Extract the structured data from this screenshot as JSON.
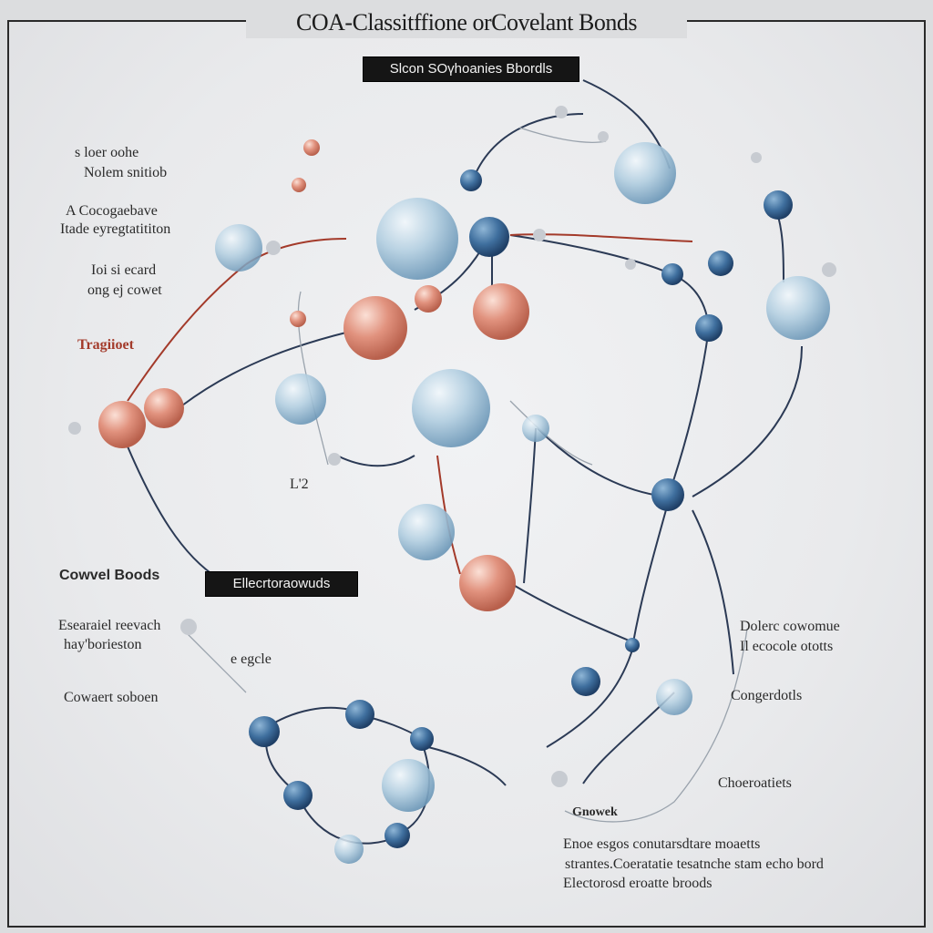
{
  "title": "COA-Classitffione orCovelant Bonds",
  "top_tag": "Ѕlcon ЅОүhoanies Bbordls",
  "mid_tag": "Ellecrtoraowuds",
  "left_labels": {
    "l1": "s loer oohe",
    "l2": "Nolem snitiob",
    "l3": "A Cocogaebave",
    "l4": "Itade eyregtatititon",
    "l5": "Ioi si ecard",
    "l6": "ong ej cowet",
    "l7": "Tragiioet",
    "l8": "L'2",
    "l9": "Cowvel Boods",
    "l10": "Esearaiel reevach",
    "l11": "hay'borieston",
    "l12": "e egcle",
    "l13": "Cowaert soboen"
  },
  "right_labels": {
    "r1": "Dolerc cowomue",
    "r2": "Il ecocole ototts",
    "r3": "Congerdotls",
    "r4": "Choeroatiets",
    "r5": "Gnowek",
    "r6": "Enoe esgos  conutarsdtare  moaetts",
    "r7": "strantes.Coeratatie tesatnche stam echo bord",
    "r8": "Electorosd eroatte broods"
  },
  "colors": {
    "atom_blue": "#3f6f9e",
    "atom_orange": "#d98a78",
    "atom_glass": "#a9c7dc",
    "bond_dark": "#2b3a55",
    "bond_red": "#a33a2a"
  }
}
